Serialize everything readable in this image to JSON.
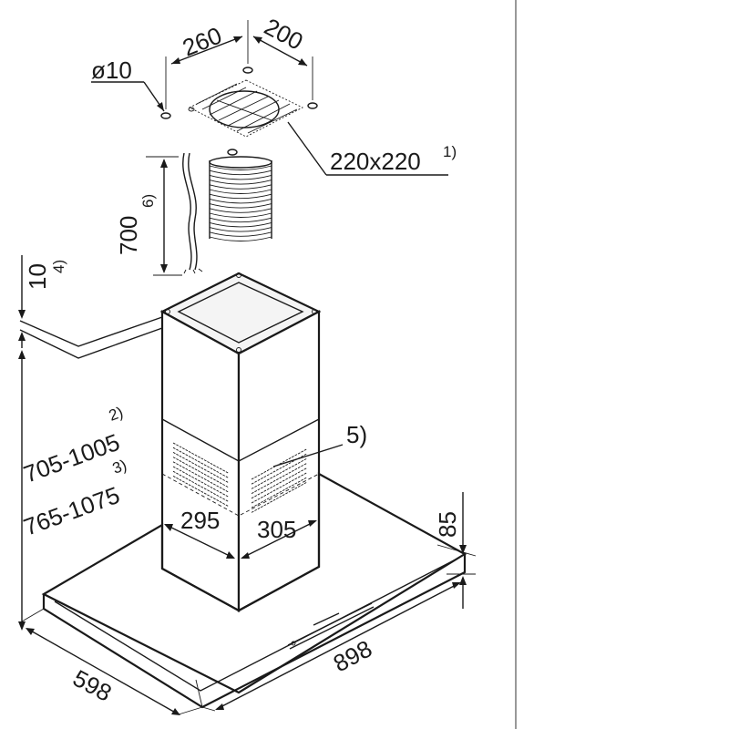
{
  "dimensions": {
    "bracket_spacing_left": "260",
    "bracket_spacing_right": "200",
    "hole_diameter": "ø10",
    "duct_opening": "220x220",
    "duct_opening_note": "1)",
    "duct_height": "700",
    "duct_height_note": "6)",
    "ceiling_offset": "10",
    "ceiling_offset_note": "4)",
    "height_range_a": "705-1005",
    "height_range_a_note": "2)",
    "height_range_b": "765-1075",
    "height_range_b_note": "3)",
    "vent_panel_callout": "5)",
    "chimney_depth": "295",
    "chimney_width": "305",
    "canopy_height": "85",
    "canopy_depth": "598",
    "canopy_width": "898"
  }
}
